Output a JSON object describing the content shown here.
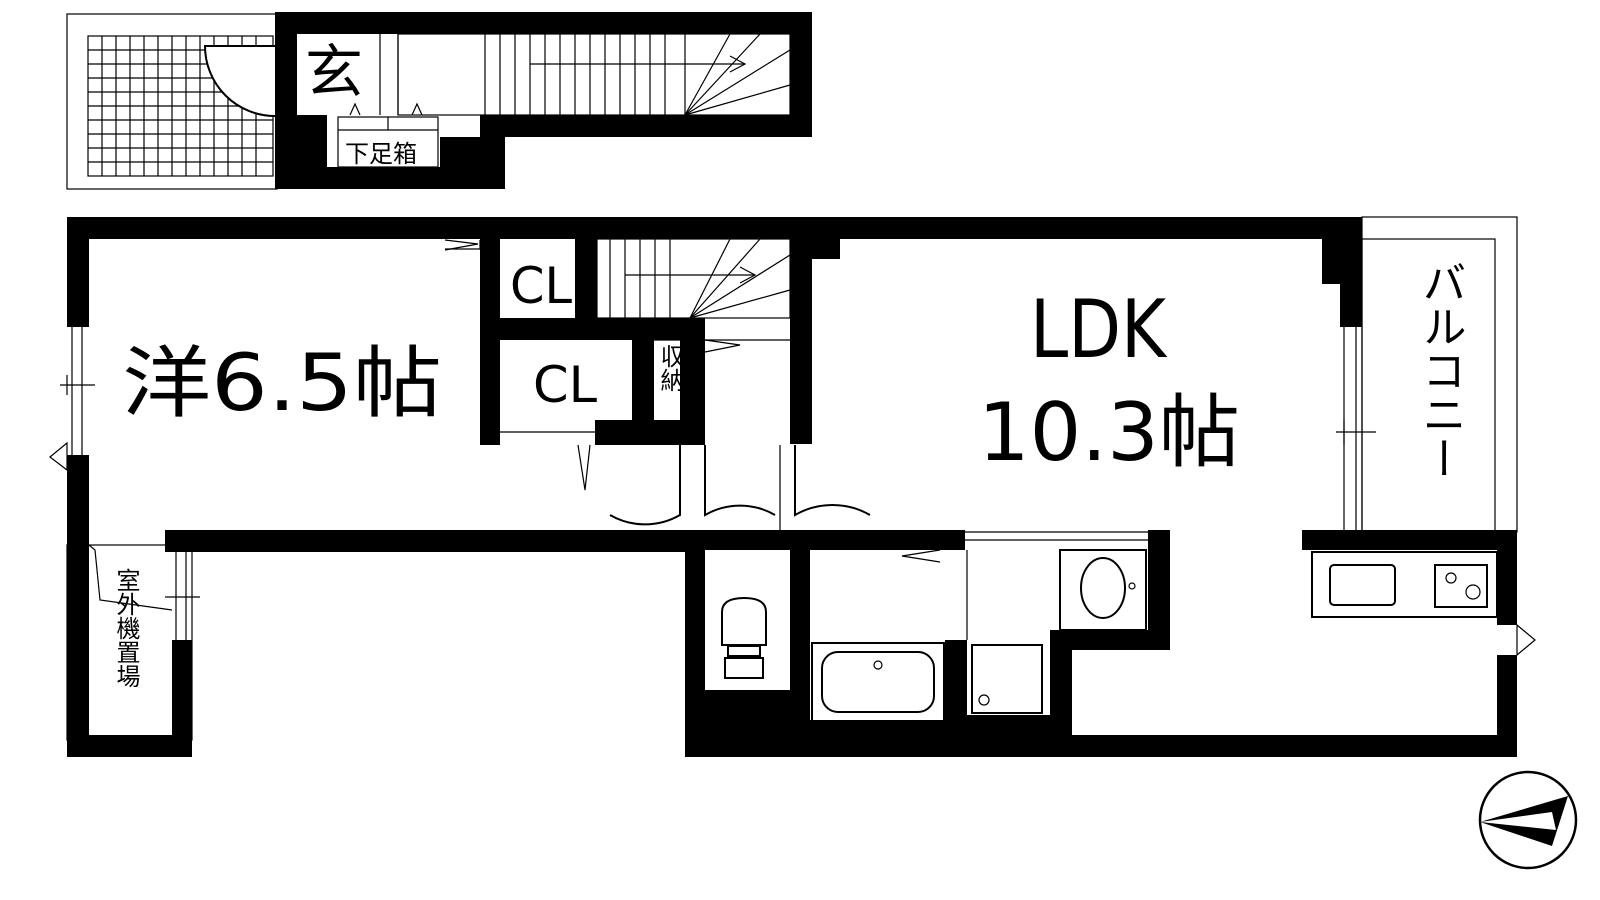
{
  "labels": {
    "genkan": "玄",
    "shoe_box": "下足箱",
    "closet_1": "CL",
    "closet_2": "CL",
    "storage": "収納",
    "western_room": "洋6.5帖",
    "ldk": "LDK",
    "ldk_size": "10.3帖",
    "balcony": "バルコニー",
    "outdoor_unit": "室外機置場"
  },
  "colors": {
    "wall": "#000000",
    "background": "#ffffff"
  },
  "icons": [
    "compass-icon",
    "toilet-icon",
    "bathtub-icon",
    "washbasin-icon",
    "stove-icon",
    "sink-icon",
    "stairs-icon"
  ]
}
